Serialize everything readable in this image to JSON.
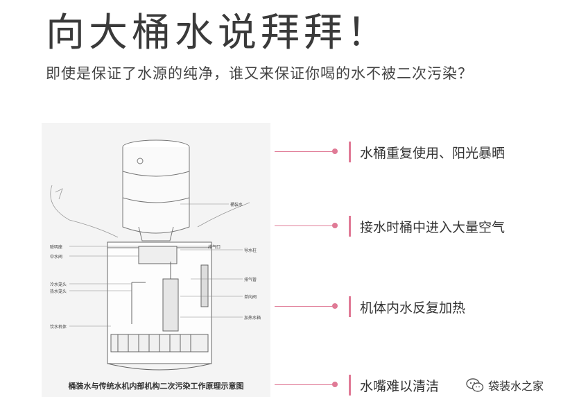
{
  "header": {
    "title": "向大桶水说拜拜！",
    "subtitle": "即使是保证了水源的纯净，谁又来保证你喝的水不被二次污染？"
  },
  "diagram": {
    "caption": "桶装水与传统水机内部机构二次污染工作原理示意图",
    "labels": {
      "bucket": "桶装水",
      "vent": "排气口",
      "guide": "导水柱",
      "exhaust": "排气管",
      "check_valve": "单向阀",
      "heater": "加热水箱",
      "float_chamber": "聪明座",
      "middle_valve": "中水阀",
      "cold_tap": "冷水笼头",
      "hot_tap": "热水笼头",
      "body": "饮水机体"
    }
  },
  "callouts": [
    {
      "text": "水桶重复使用、阳光暴晒"
    },
    {
      "text": "接水时桶中进入大量空气"
    },
    {
      "text": "机体内水反复加热"
    },
    {
      "text": "水嘴难以清洁"
    }
  ],
  "accent_color": "#e07a96",
  "watermark": {
    "icon": "wechat-icon",
    "text": "袋装水之家"
  }
}
